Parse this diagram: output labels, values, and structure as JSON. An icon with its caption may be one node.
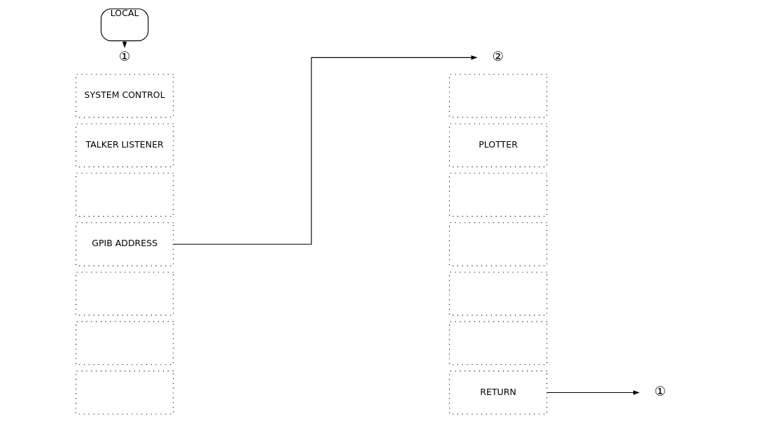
{
  "diagram": {
    "nodes": [
      {
        "text": [
          "LOCAL"
        ]
      },
      {
        "text": [
          "①"
        ]
      },
      {
        "text": [
          "SYSTEM CONTROL"
        ]
      },
      {
        "text": [
          "TALKER LISTENER"
        ]
      },
      {
        "text": [],
        "shape": "box"
      },
      {
        "text": [
          "GPIB ADDRESS"
        ]
      },
      {
        "text": [],
        "shape": "box"
      },
      {
        "text": [],
        "shape": "box"
      },
      {
        "text": [],
        "shape": "box"
      },
      {
        "text": [
          "②"
        ]
      },
      {
        "text": [],
        "shape": "box"
      },
      {
        "text": [
          "PLOTTER"
        ]
      },
      {
        "text": [],
        "shape": "box"
      },
      {
        "text": [],
        "shape": "box"
      },
      {
        "text": [],
        "shape": "box"
      },
      {
        "text": [],
        "shape": "box"
      },
      {
        "text": [
          "RETURN"
        ]
      },
      {
        "text": [
          "①"
        ]
      }
    ],
    "edges": [
      {
        "from": 0,
        "to": 1,
        "arrow": "to"
      },
      {
        "from": 5,
        "to": 9,
        "arrow": "to"
      },
      {
        "from": 16,
        "to": 17,
        "arrow": "to"
      }
    ]
  }
}
